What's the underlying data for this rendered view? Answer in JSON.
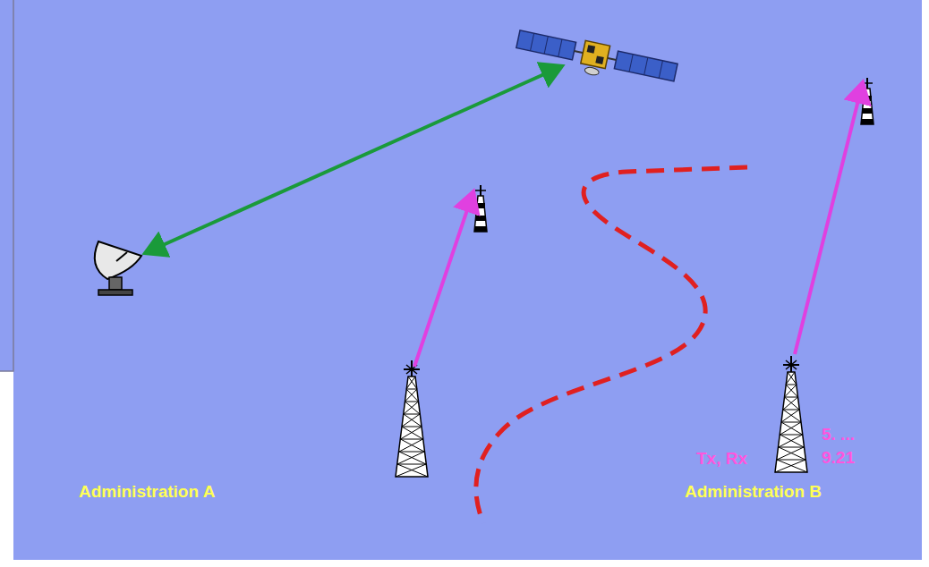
{
  "diagram": {
    "labels": [
      "Administration A",
      "Tx, Rx",
      "5. ...",
      "9.21",
      "Administration B"
    ]
  }
}
